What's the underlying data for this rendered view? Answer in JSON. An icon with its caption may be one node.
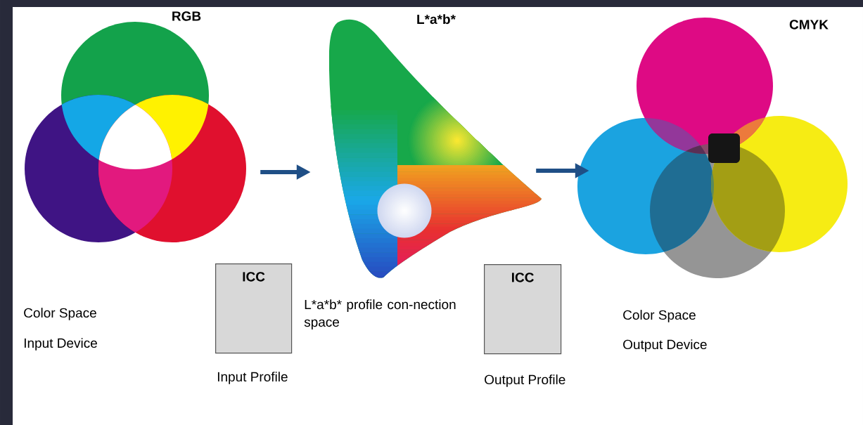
{
  "diagram": {
    "nodes": [
      {
        "text": [
          "RGB"
        ]
      },
      {
        "text": [
          "L*a*b*"
        ]
      },
      {
        "text": [
          "CMYK"
        ]
      },
      {
        "text": [
          "ICC"
        ],
        "beside": [
          "Input Profile"
        ]
      },
      {
        "text": [
          "ICC"
        ],
        "beside": [
          "Output Profile"
        ]
      }
    ],
    "edges": [
      {
        "from": 0,
        "to": 1,
        "arrow": "to"
      },
      {
        "from": 1,
        "to": 2,
        "arrow": "to"
      }
    ],
    "labels": [
      "Color Space",
      "Input Device",
      "L*a*b* profile con-nection space",
      "Color Space",
      "Output Device"
    ]
  }
}
